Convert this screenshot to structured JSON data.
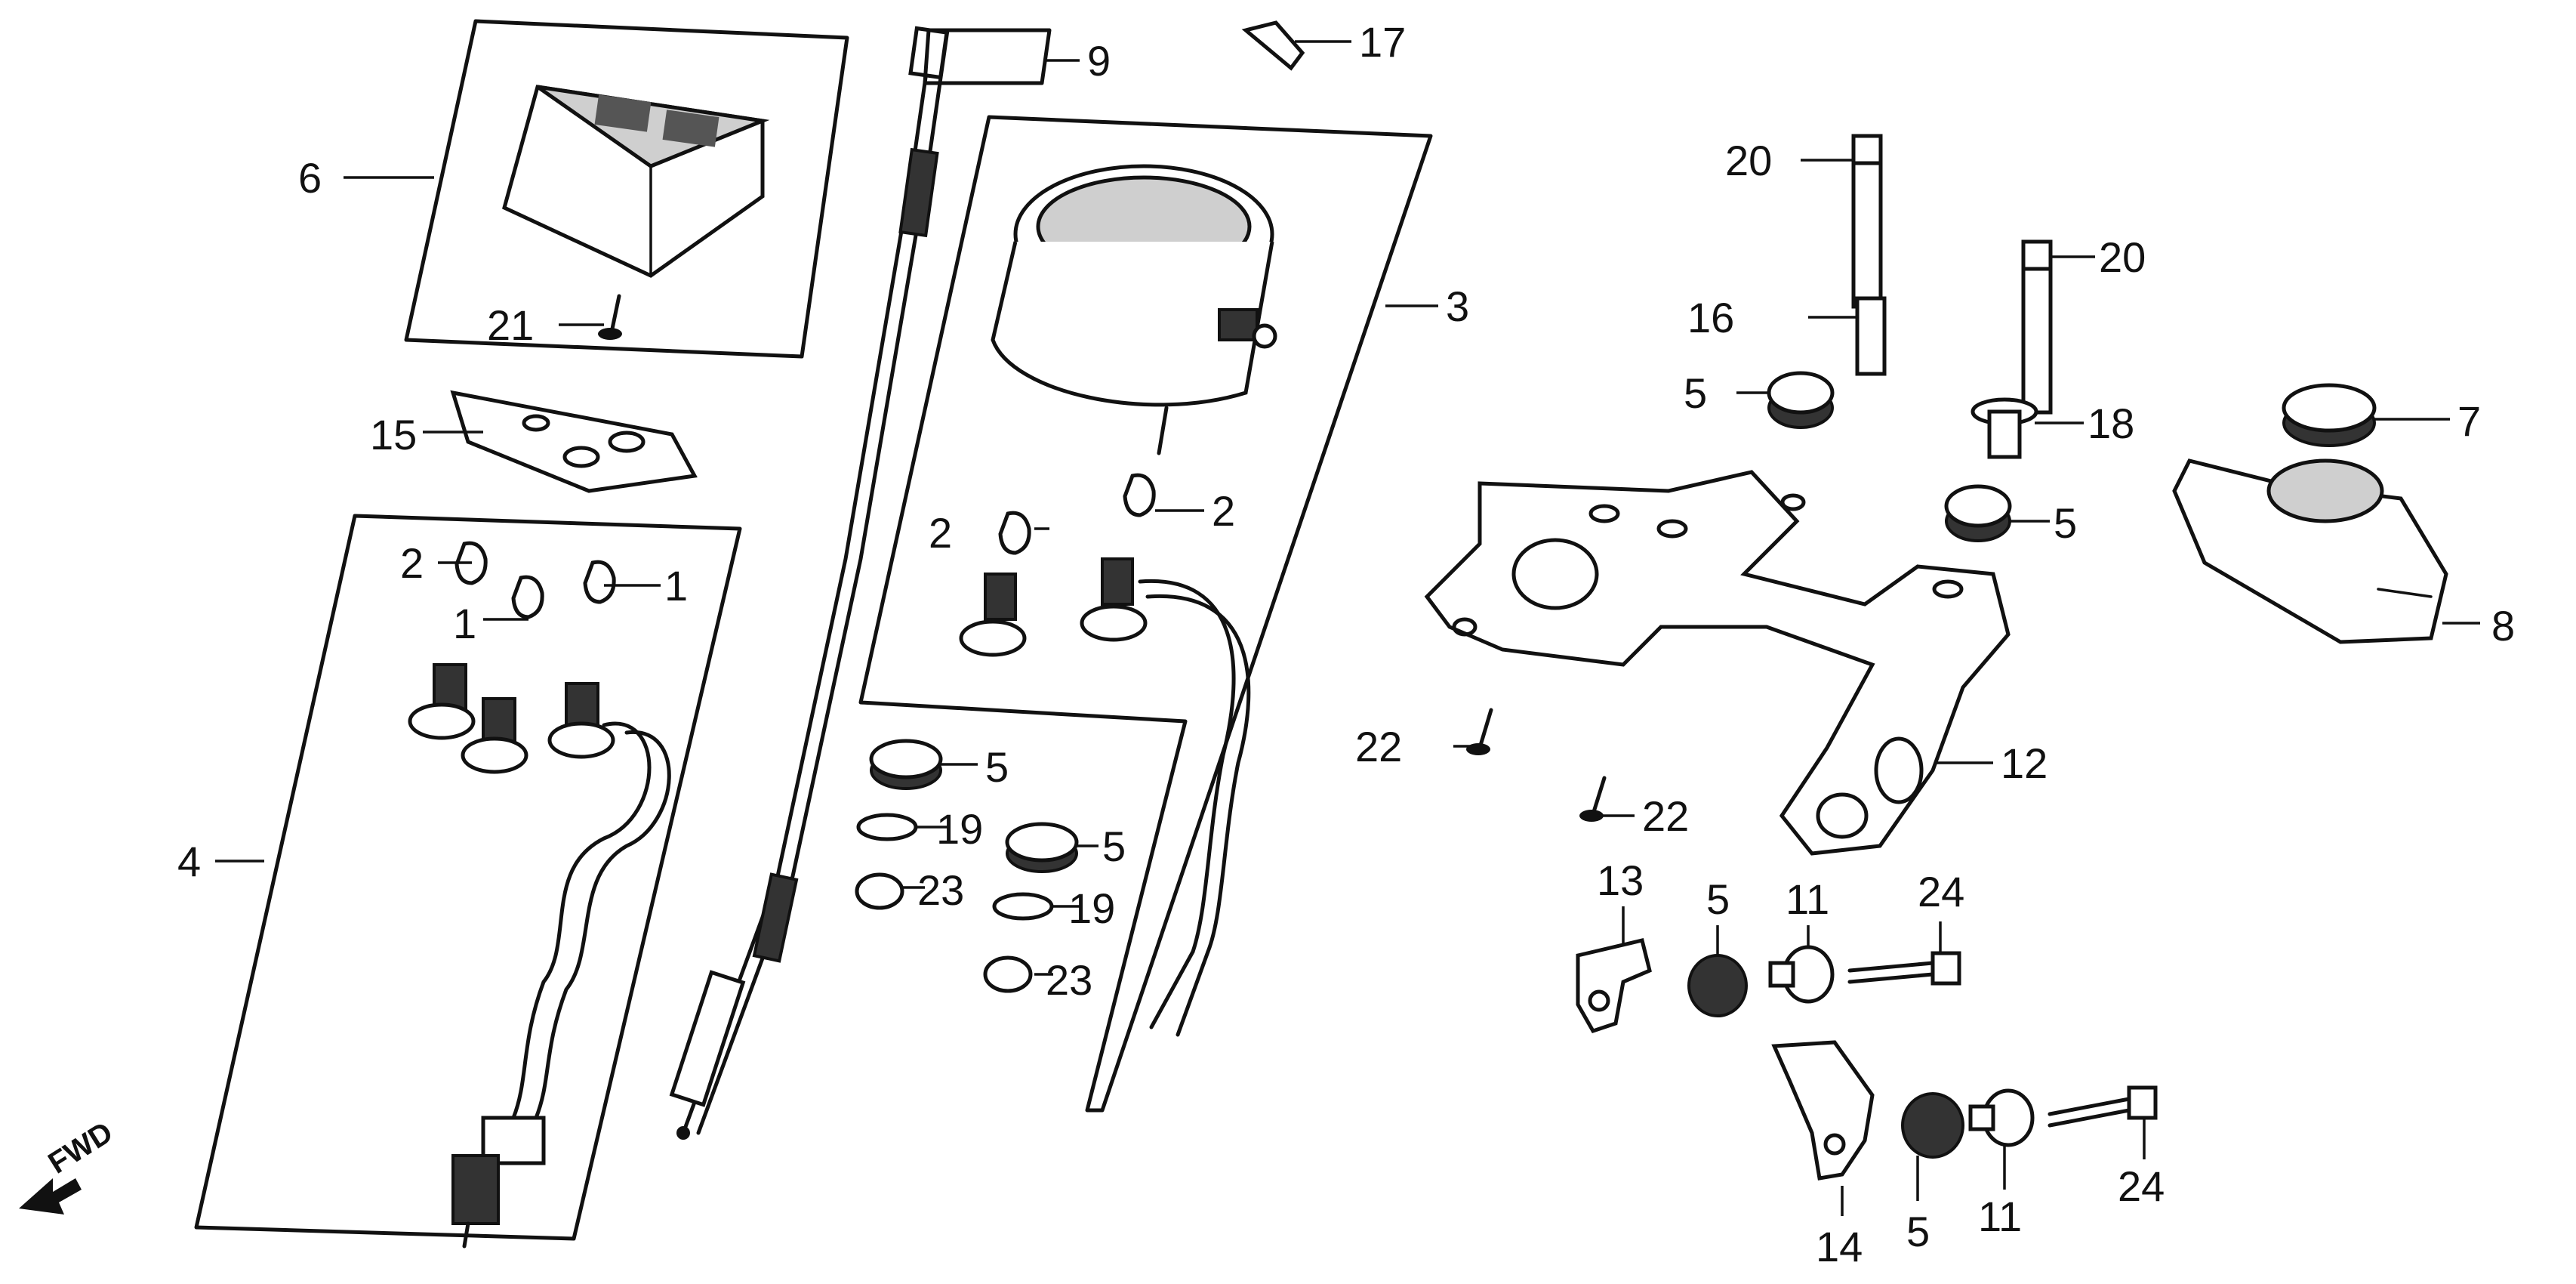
{
  "diagram": {
    "labels": [
      {
        "id": "label-1a",
        "text": "1"
      },
      {
        "id": "label-1b",
        "text": "1"
      },
      {
        "id": "label-2a",
        "text": "2"
      },
      {
        "id": "label-2b",
        "text": "2"
      },
      {
        "id": "label-2c",
        "text": "2"
      },
      {
        "id": "label-3",
        "text": "3"
      },
      {
        "id": "label-4",
        "text": "4"
      },
      {
        "id": "label-5a",
        "text": "5"
      },
      {
        "id": "label-5b",
        "text": "5"
      },
      {
        "id": "label-5c",
        "text": "5"
      },
      {
        "id": "label-5d",
        "text": "5"
      },
      {
        "id": "label-5e",
        "text": "5"
      },
      {
        "id": "label-5f",
        "text": "5"
      },
      {
        "id": "label-6",
        "text": "6"
      },
      {
        "id": "label-7",
        "text": "7"
      },
      {
        "id": "label-8",
        "text": "8"
      },
      {
        "id": "label-9",
        "text": "9"
      },
      {
        "id": "label-11a",
        "text": "11"
      },
      {
        "id": "label-11b",
        "text": "11"
      },
      {
        "id": "label-12",
        "text": "12"
      },
      {
        "id": "label-13",
        "text": "13"
      },
      {
        "id": "label-14",
        "text": "14"
      },
      {
        "id": "label-15",
        "text": "15"
      },
      {
        "id": "label-16",
        "text": "16"
      },
      {
        "id": "label-17",
        "text": "17"
      },
      {
        "id": "label-18",
        "text": "18"
      },
      {
        "id": "label-19a",
        "text": "19"
      },
      {
        "id": "label-19b",
        "text": "19"
      },
      {
        "id": "label-20a",
        "text": "20"
      },
      {
        "id": "label-20b",
        "text": "20"
      },
      {
        "id": "label-21",
        "text": "21"
      },
      {
        "id": "label-22a",
        "text": "22"
      },
      {
        "id": "label-22b",
        "text": "22"
      },
      {
        "id": "label-23a",
        "text": "23"
      },
      {
        "id": "label-23b",
        "text": "23"
      },
      {
        "id": "label-24a",
        "text": "24"
      },
      {
        "id": "label-24b",
        "text": "24"
      }
    ],
    "fwd_text": "FWD"
  }
}
